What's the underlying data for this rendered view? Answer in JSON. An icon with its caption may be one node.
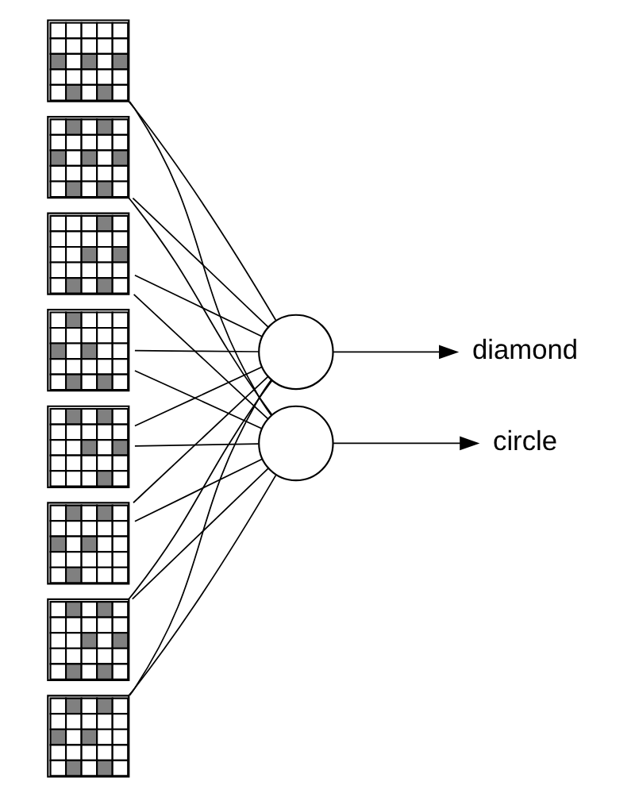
{
  "diagram": {
    "nodes": [
      {
        "text": [],
        "shape": "picture"
      },
      {
        "text": [],
        "shape": "picture"
      },
      {
        "text": [],
        "shape": "picture"
      },
      {
        "text": [],
        "shape": "picture"
      },
      {
        "text": [],
        "shape": "picture"
      },
      {
        "text": [],
        "shape": "picture"
      },
      {
        "text": [],
        "shape": "picture"
      },
      {
        "text": [],
        "shape": "picture"
      },
      {
        "text": [],
        "shape": "circle"
      },
      {
        "text": [],
        "shape": "circle"
      },
      {
        "text": [
          "diamond"
        ]
      },
      {
        "text": [
          "circle"
        ]
      }
    ],
    "edges": [
      {
        "from": 0,
        "to": 8,
        "arrow": "none"
      },
      {
        "from": 0,
        "to": 9,
        "arrow": "none"
      },
      {
        "from": 1,
        "to": 8,
        "arrow": "none"
      },
      {
        "from": 1,
        "to": 9,
        "arrow": "none"
      },
      {
        "from": 2,
        "to": 8,
        "arrow": "none"
      },
      {
        "from": 2,
        "to": 9,
        "arrow": "none"
      },
      {
        "from": 3,
        "to": 8,
        "arrow": "none"
      },
      {
        "from": 3,
        "to": 9,
        "arrow": "none"
      },
      {
        "from": 4,
        "to": 8,
        "arrow": "none"
      },
      {
        "from": 4,
        "to": 9,
        "arrow": "none"
      },
      {
        "from": 5,
        "to": 8,
        "arrow": "none"
      },
      {
        "from": 5,
        "to": 9,
        "arrow": "none"
      },
      {
        "from": 6,
        "to": 8,
        "arrow": "none"
      },
      {
        "from": 6,
        "to": 9,
        "arrow": "none"
      },
      {
        "from": 7,
        "to": 8,
        "arrow": "none"
      },
      {
        "from": 7,
        "to": 9,
        "arrow": "none"
      },
      {
        "from": 8,
        "to": 10,
        "arrow": "to"
      },
      {
        "from": 9,
        "to": 11,
        "arrow": "to"
      }
    ]
  }
}
